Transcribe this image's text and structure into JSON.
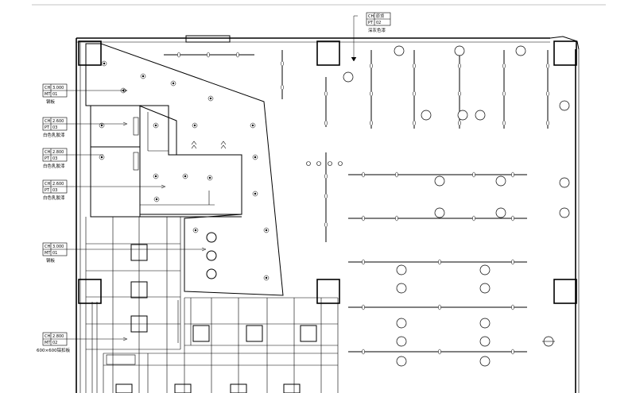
{
  "tags": [
    {
      "id": "tag-top",
      "r1c1": "CH",
      "r1c2": "原顶",
      "r2c1": "PT",
      "r2c2": "02",
      "note": "深灰色漆"
    },
    {
      "id": "tag-l1",
      "r1c1": "CH",
      "r1c2": "3.000",
      "r2c1": "MT",
      "r2c2": "01",
      "note": "钢板"
    },
    {
      "id": "tag-l2",
      "r1c1": "CH",
      "r1c2": "2.600",
      "r2c1": "PT",
      "r2c2": "03",
      "note": "白色乳胶漆"
    },
    {
      "id": "tag-l3",
      "r1c1": "CH",
      "r1c2": "2.800",
      "r2c1": "PT",
      "r2c2": "03",
      "note": "白色乳胶漆"
    },
    {
      "id": "tag-l4",
      "r1c1": "CH",
      "r1c2": "2.600",
      "r2c1": "PT",
      "r2c2": "03",
      "note": "白色乳胶漆"
    },
    {
      "id": "tag-l5",
      "r1c1": "CH",
      "r1c2": "3.000",
      "r2c1": "MT",
      "r2c2": "01",
      "note": "钢板"
    },
    {
      "id": "tag-l6",
      "r1c1": "CH",
      "r1c2": "2.800",
      "r2c1": "MT",
      "r2c2": "02",
      "note": "600×600铝扣板"
    }
  ]
}
